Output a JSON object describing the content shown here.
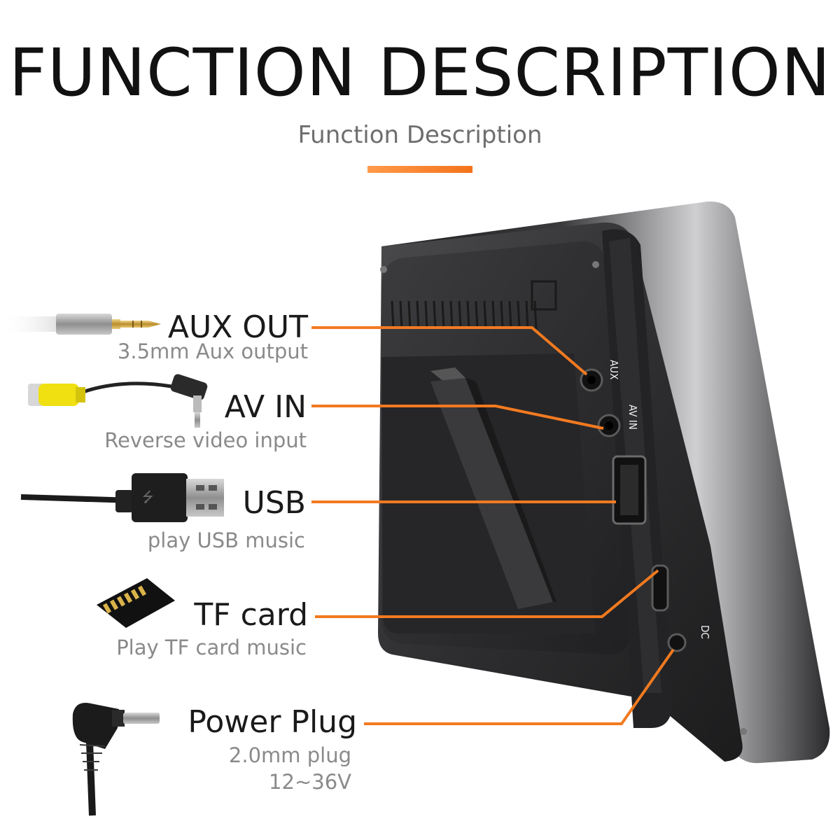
{
  "header": {
    "title": "FUNCTION DESCRIPTION",
    "subtitle": "Function Description"
  },
  "accent_color": "#f27a20",
  "features": [
    {
      "label": "AUX OUT",
      "description": "3.5mm Aux output",
      "icon": "aux-cable-icon"
    },
    {
      "label": "AV IN",
      "description": "Reverse video input",
      "icon": "rca-cable-icon"
    },
    {
      "label": "USB",
      "description": "play USB music",
      "icon": "usb-cable-icon"
    },
    {
      "label": "TF card",
      "description": "Play TF card music",
      "icon": "tf-card-icon"
    },
    {
      "label": "Power Plug",
      "description": "2.0mm plug",
      "description2": "12~36V",
      "icon": "power-plug-icon"
    }
  ],
  "port_labels": {
    "aux": "AUX",
    "av_in": "AV IN",
    "dc": "DC"
  }
}
